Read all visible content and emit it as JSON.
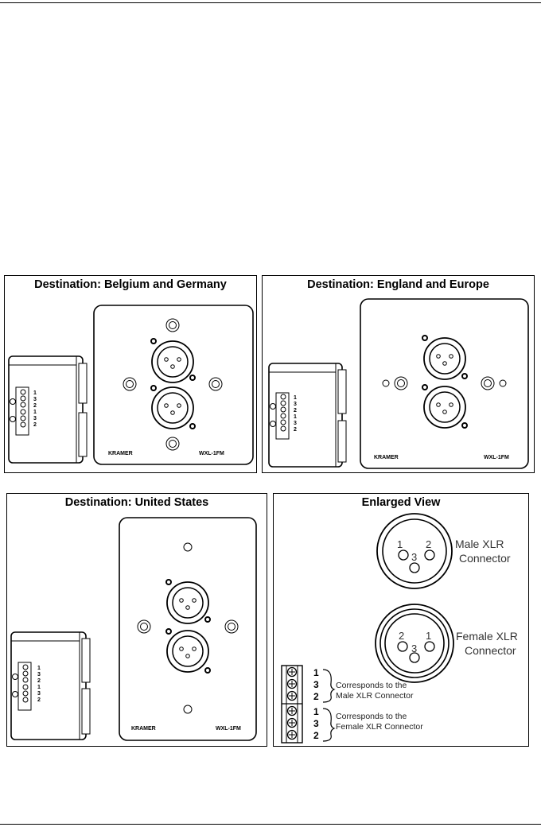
{
  "panels": {
    "belgium": {
      "title": "Destination: Belgium and Germany",
      "brand": "KRAMER",
      "model": "WXL-1FM"
    },
    "england": {
      "title": "Destination: England and Europe",
      "brand": "KRAMER",
      "model": "WXL-1FM"
    },
    "us": {
      "title": "Destination: United States",
      "brand": "KRAMER",
      "model": "WXL-1FM"
    },
    "enlarged": {
      "title": "Enlarged View",
      "male_label_1": "Male XLR",
      "male_label_2": "Connector",
      "female_label_1": "Female XLR",
      "female_label_2": "Connector",
      "male_pins": [
        "1",
        "2",
        "3"
      ],
      "female_pins": [
        "2",
        "1",
        "3"
      ],
      "terminal_pins": [
        "1",
        "3",
        "2",
        "1",
        "3",
        "2"
      ],
      "male_note_1": "Corresponds to the",
      "male_note_2": "Male XLR Connector",
      "female_note_1": "Corresponds to the",
      "female_note_2": "Female XLR Connector"
    }
  },
  "side_view_pins": [
    "1",
    "3",
    "2",
    "1",
    "3",
    "2"
  ]
}
